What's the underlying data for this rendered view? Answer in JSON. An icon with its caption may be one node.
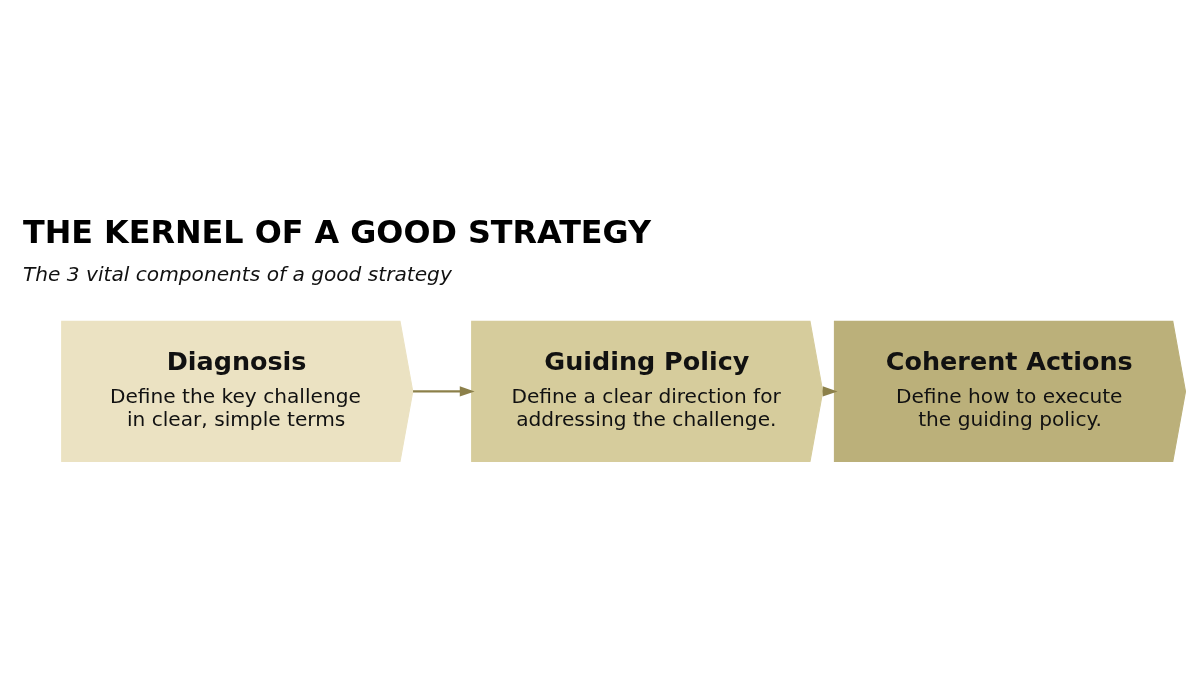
{
  "diagram": {
    "title": "THE KERNEL OF A GOOD STRATEGY",
    "nodes": [
      {
        "text": [
          "Diagnosis",
          "Define the key challenge in clear, simple terms"
        ]
      },
      {
        "text": [
          "Guiding Policy",
          "Define a clear direction for addressing the challenge."
        ]
      },
      {
        "text": [
          "Coherent Actions",
          "Define how to execute the guiding policy."
        ]
      }
    ],
    "edges": [
      {
        "from": 0,
        "to": 1,
        "arrow": "to"
      },
      {
        "from": 1,
        "to": 2,
        "arrow": "to"
      }
    ],
    "labels": [
      "The 3 vital components of a good strategy"
    ]
  }
}
